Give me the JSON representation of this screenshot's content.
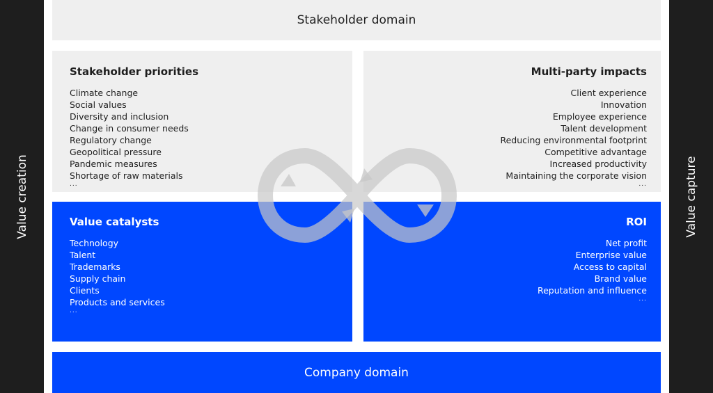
{
  "sides": {
    "left_label": "Value creation",
    "right_label": "Value capture"
  },
  "bands": {
    "top": "Stakeholder domain",
    "bottom": "Company domain"
  },
  "panels": {
    "stakeholder_priorities": {
      "title": "Stakeholder priorities",
      "items": [
        "Climate change",
        "Social values",
        "Diversity and inclusion",
        "Change in consumer needs",
        "Regulatory change",
        "Geopolitical pressure",
        "Pandemic measures",
        "Shortage of raw materials"
      ],
      "more": "..."
    },
    "multi_party_impacts": {
      "title": "Multi-party impacts",
      "items": [
        "Client experience",
        "Innovation",
        "Employee experience",
        "Talent development",
        "Reducing environmental footprint",
        "Competitive advantage",
        "Increased productivity",
        "Maintaining the corporate vision"
      ],
      "more": "..."
    },
    "value_catalysts": {
      "title": "Value catalysts",
      "items": [
        "Technology",
        "Talent",
        "Trademarks",
        "Supply chain",
        "Clients",
        "Products and services"
      ],
      "more": "..."
    },
    "roi": {
      "title": "ROI",
      "items": [
        "Net profit",
        "Enterprise value",
        "Access to capital",
        "Brand value",
        "Reputation and influence"
      ],
      "more": "..."
    }
  },
  "colors": {
    "blue": "#0047ff",
    "grey": "#efefef",
    "dark": "#1e1e1e",
    "infinity_symbol": "#c8c8c8"
  },
  "icons": {
    "center": "infinity-loop-icon"
  }
}
